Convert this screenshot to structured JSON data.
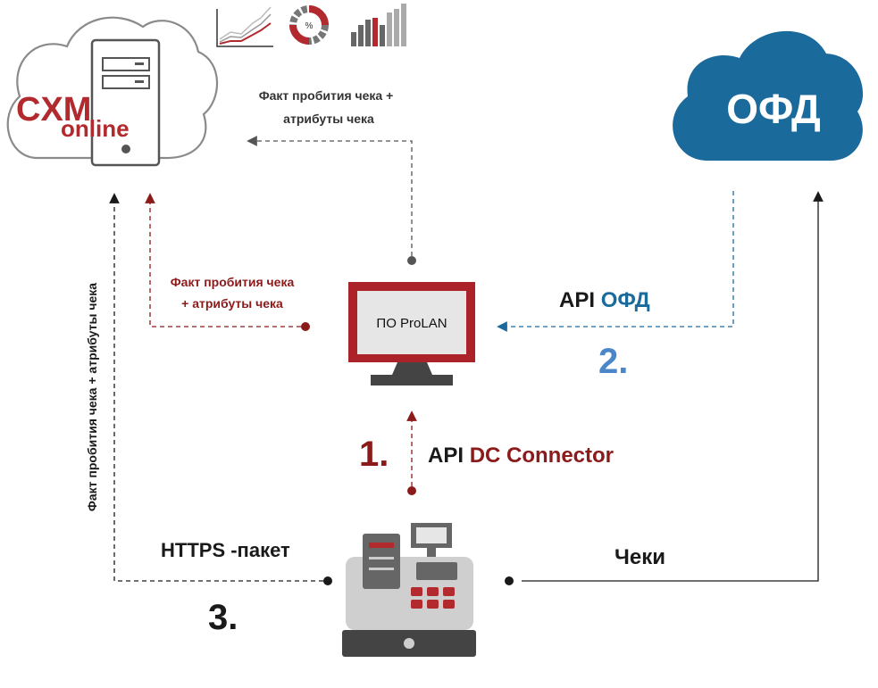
{
  "brand": {
    "cxm_line1": "CXM",
    "cxm_line2": "online",
    "ofd_logo": "ОФД",
    "gauge_symbol": "%"
  },
  "labels": {
    "fact_top_line1": "Факт пробития чека +",
    "fact_top_line2": "атрибуты чека",
    "fact_left_line1": "Факт пробития чека",
    "fact_left_line2": "+ атрибуты чека",
    "fact_vertical": "Факт пробития чека + атрибуты чека",
    "prolan": "ПО ProLAN",
    "api_ofd_prefix": "API ",
    "api_ofd_highlight": "ОФД",
    "api_dc_prefix": "API ",
    "api_dc_highlight": "DC Connector",
    "https": "HTTPS -пакет",
    "cheki": "Чеки"
  },
  "steps": {
    "one": "1.",
    "two": "2.",
    "three": "3."
  },
  "colors": {
    "dark_red": "#8b1a1a",
    "brand_red": "#b22a2e",
    "ofd_blue": "#1b6a9c",
    "step_blue": "#4a86c8",
    "dark": "#1a1a1a",
    "gray": "#555555"
  },
  "icons": {
    "server": "server-icon",
    "cloud": "cloud-icon",
    "monitor": "monitor-icon",
    "cash_register": "cash-register-icon",
    "line_chart": "line-chart-icon",
    "donut": "donut-chart-icon",
    "bars": "bar-chart-icon"
  }
}
